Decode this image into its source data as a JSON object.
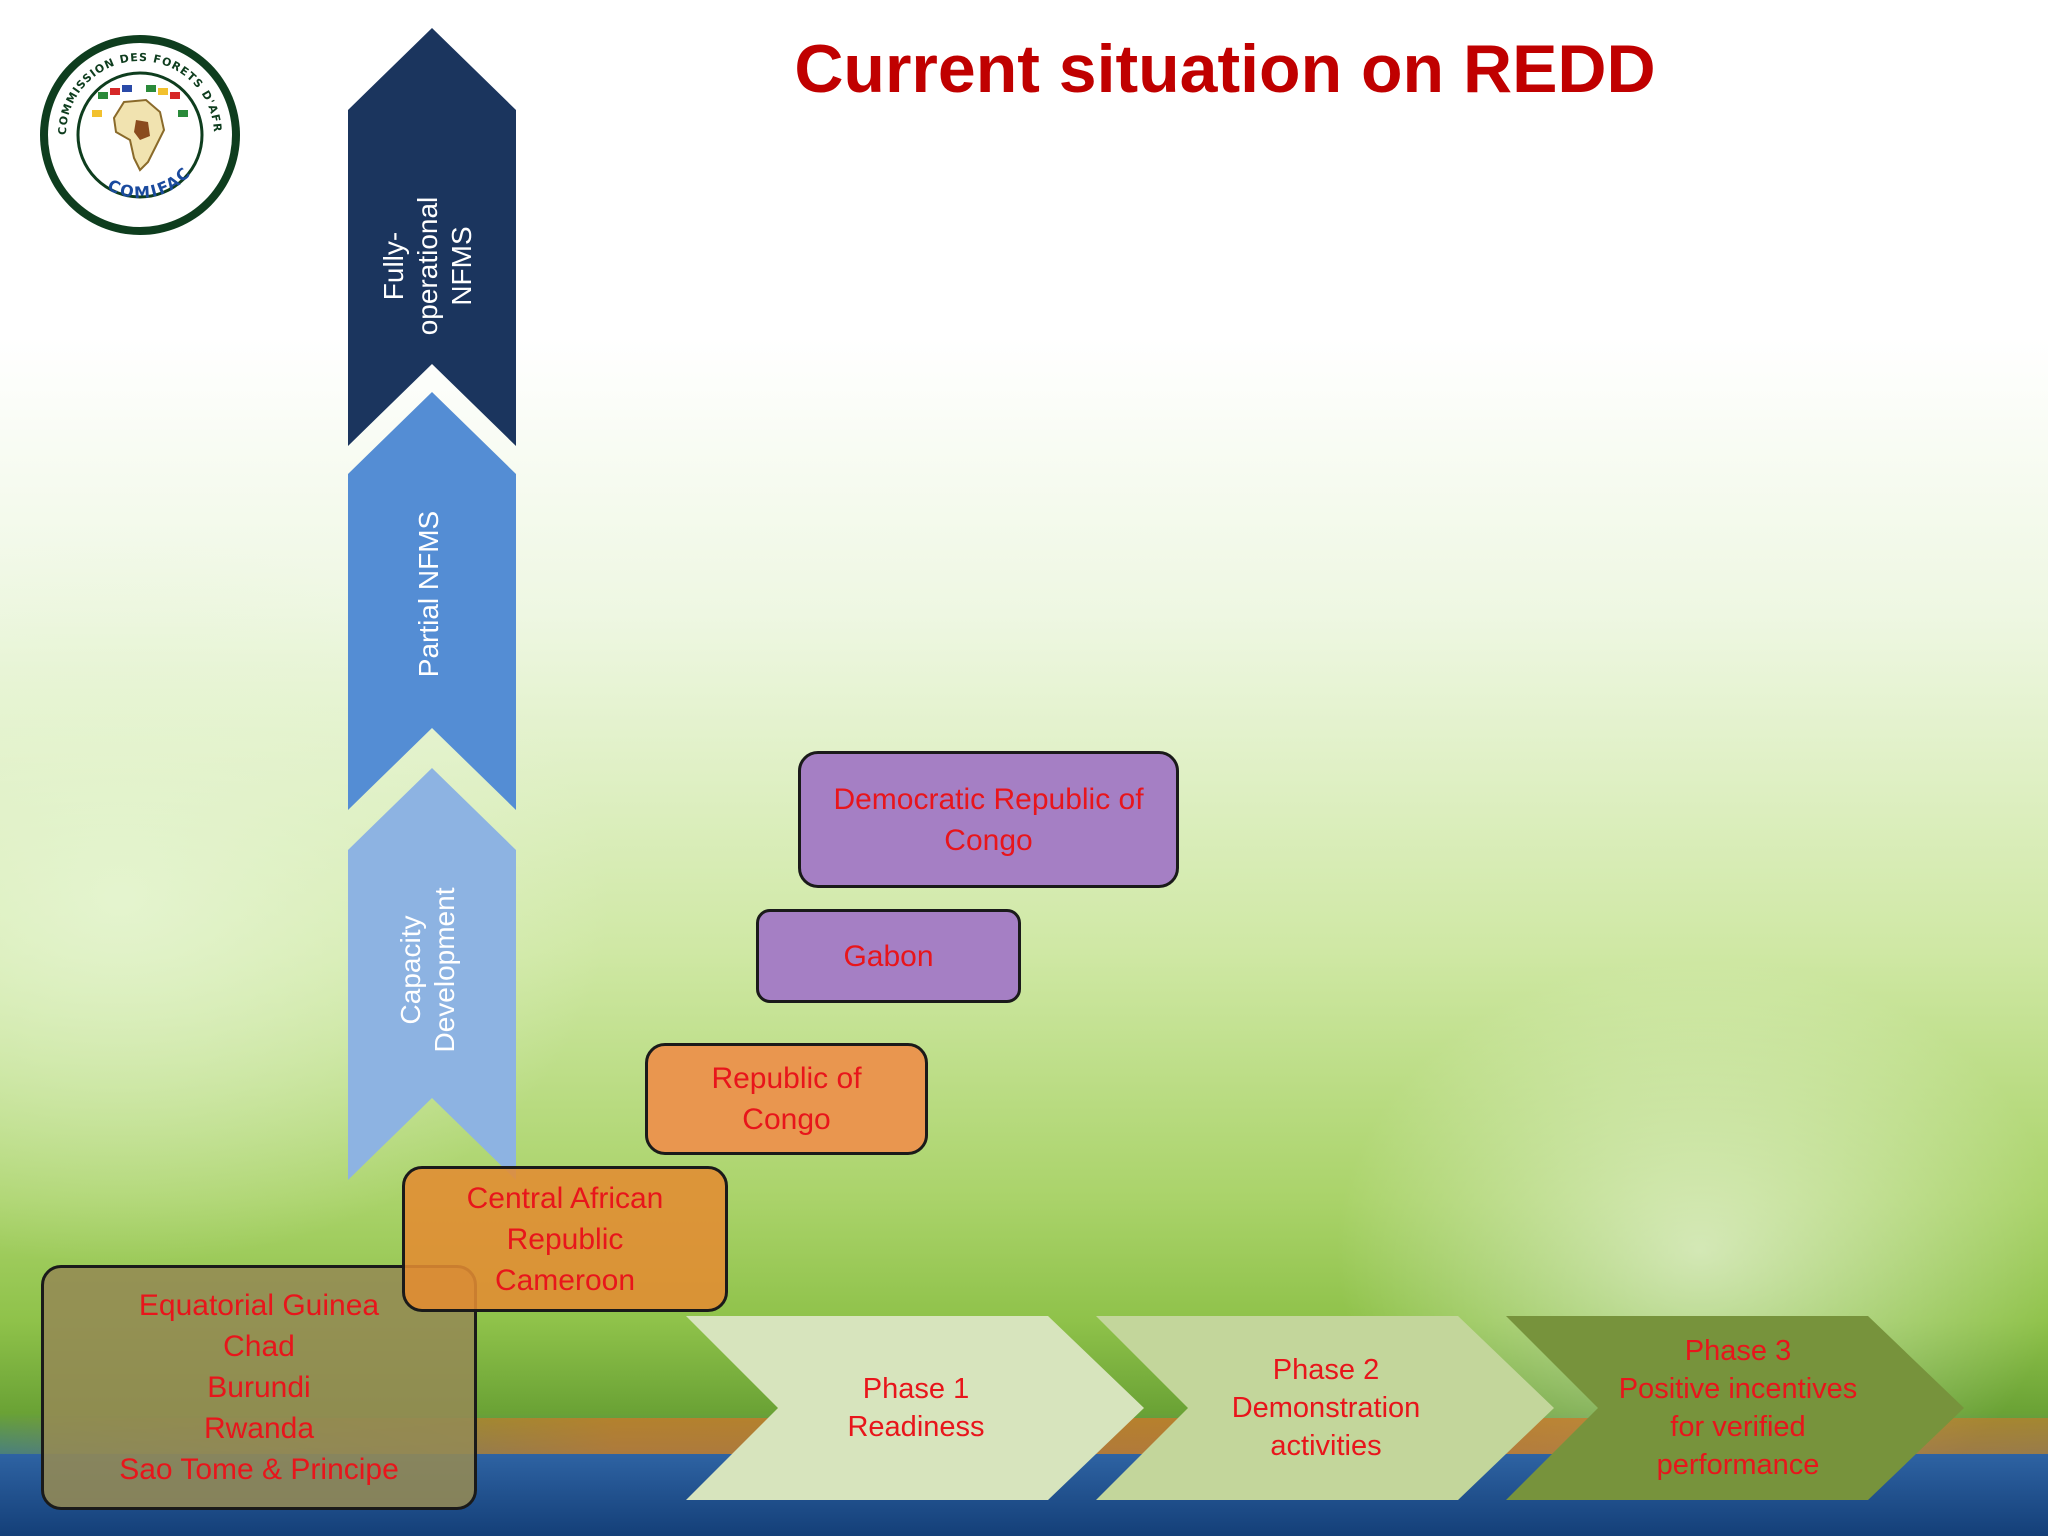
{
  "title": "Current situation on REDD",
  "logo": {
    "ring_text_top": "COMMISSION DES FORETS D'AFRIQUE CENTRALE",
    "ring_text_bottom": "COMIFAC"
  },
  "vertical_stages": [
    {
      "label": "Fully-\noperational\nNFMS",
      "color": "#1b355e"
    },
    {
      "label": "Partial NFMS",
      "color": "#548dd4"
    },
    {
      "label": "Capacity\nDevelopment",
      "color": "#8db3e2"
    }
  ],
  "country_groups": [
    {
      "label": "Equatorial Guinea\nChad\nBurundi\nRwanda\nSao Tome & Principe",
      "color": "#948a54"
    },
    {
      "label": "Central African\nRepublic\nCameroon",
      "color": "#e38c32"
    },
    {
      "label": "Republic of\nCongo",
      "color": "#e9964f"
    },
    {
      "label": "Gabon",
      "color": "#a57fc4"
    },
    {
      "label": "Democratic Republic of\nCongo",
      "color": "#a57fc4"
    }
  ],
  "phases": [
    {
      "label": "Phase 1\nReadiness",
      "color": "#d7e4bd"
    },
    {
      "label": "Phase 2\nDemonstration\nactivities",
      "color": "#c3d69b"
    },
    {
      "label": "Phase 3\nPositive incentives\nfor verified\nperformance",
      "color": "#77933c"
    }
  ]
}
